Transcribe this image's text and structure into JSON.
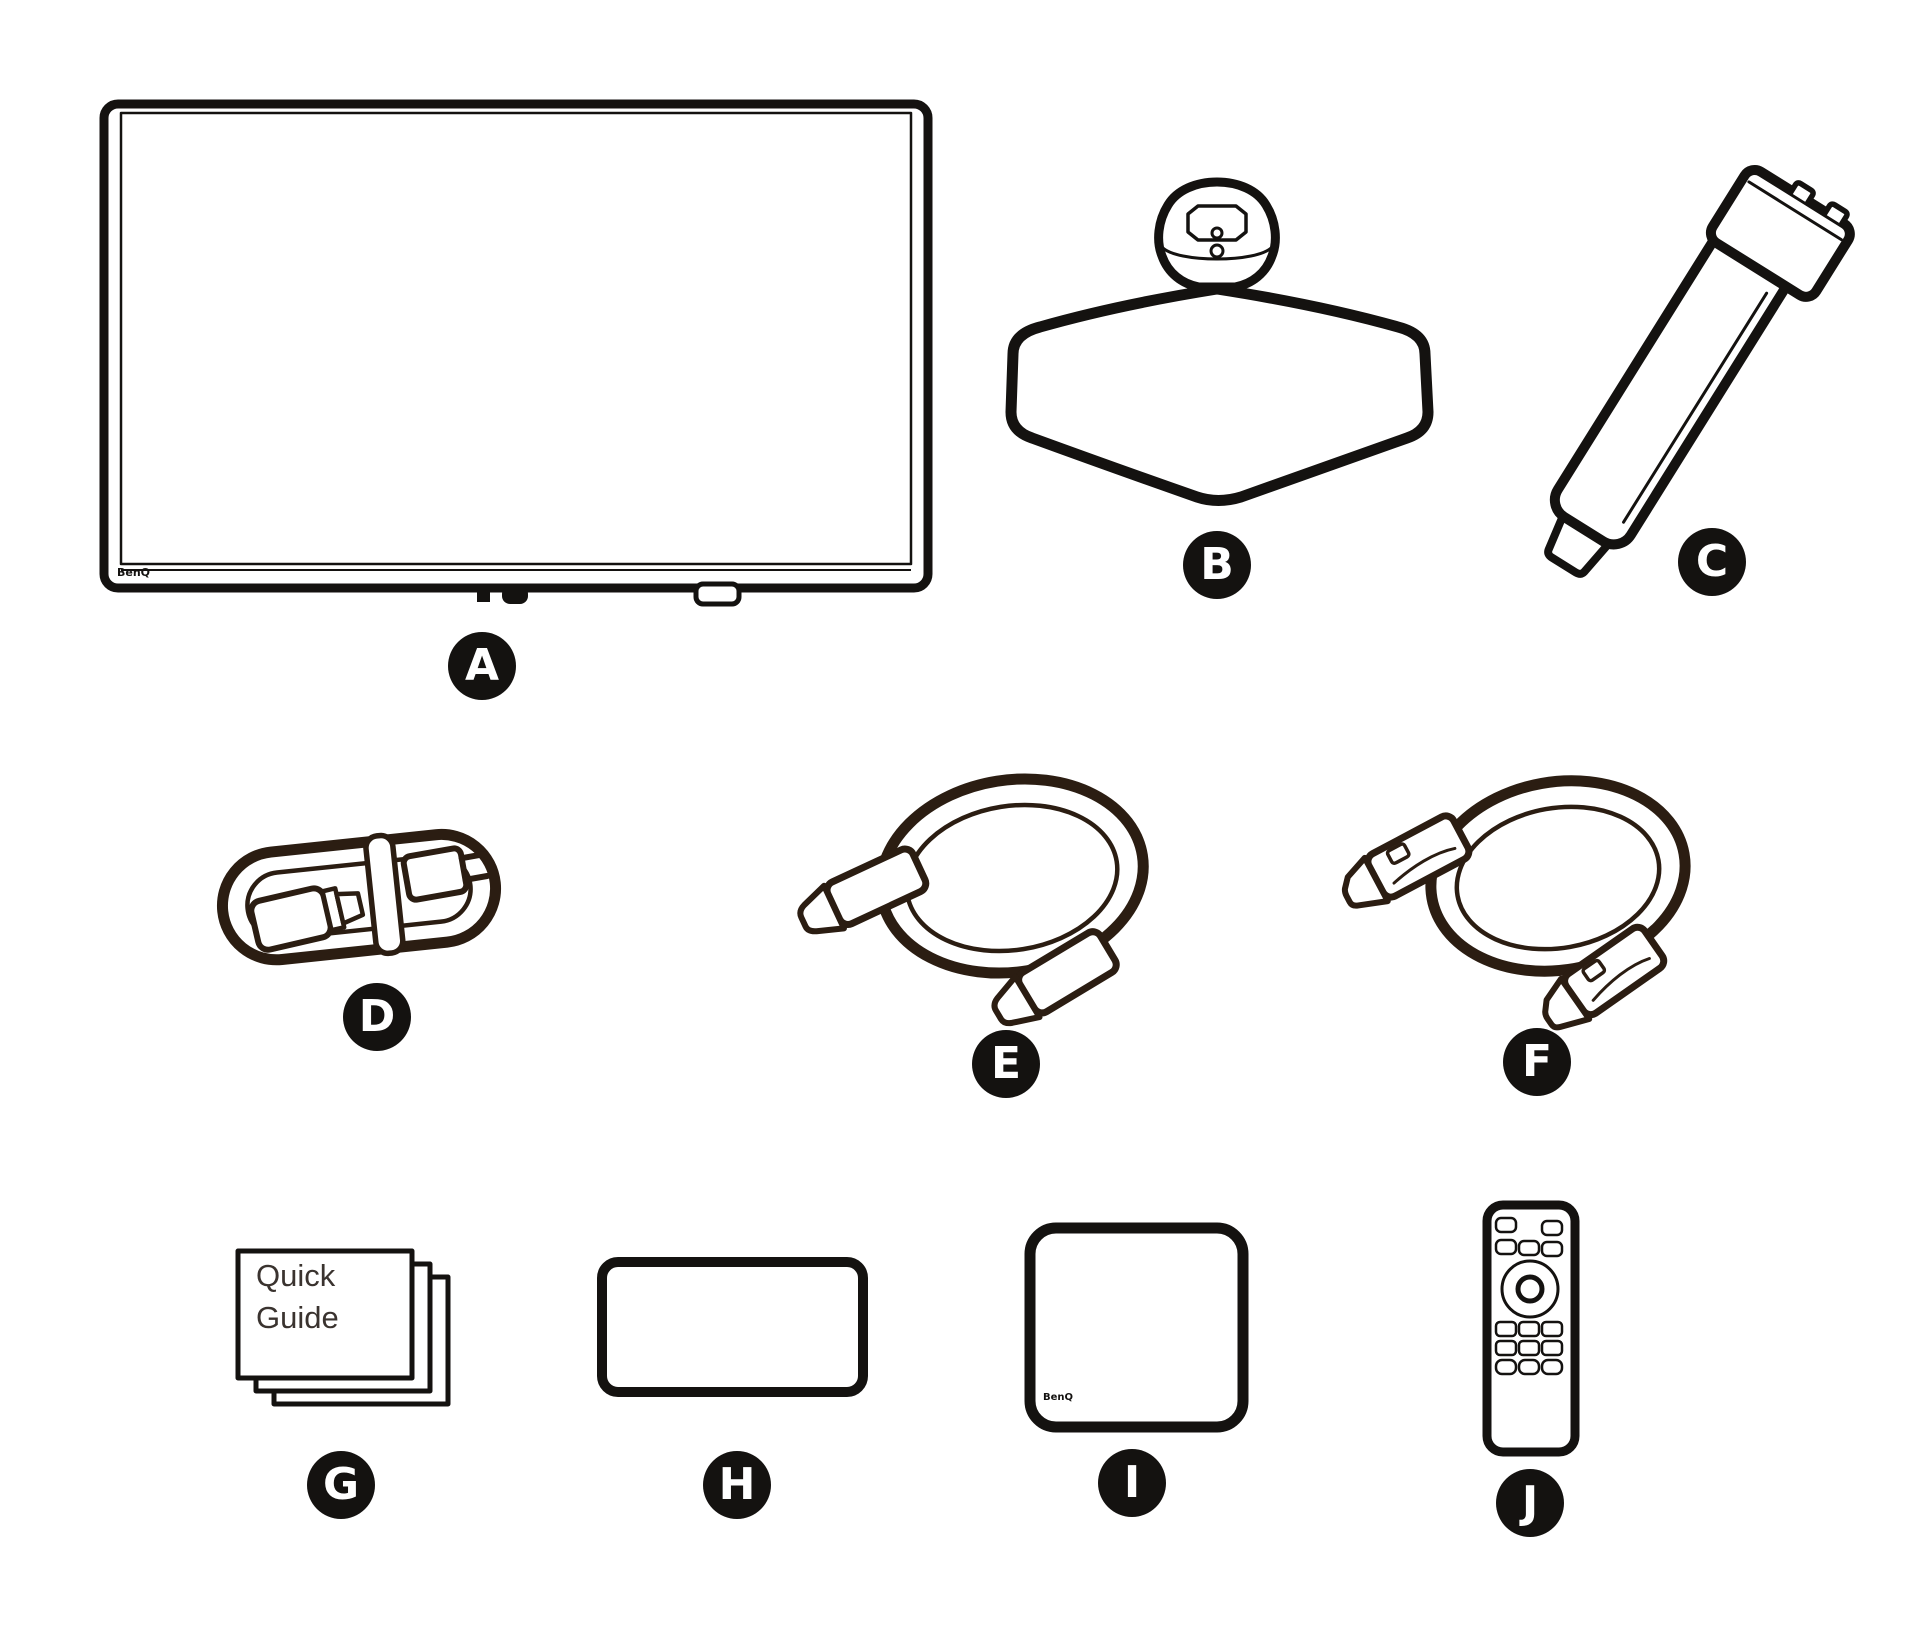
{
  "figure": {
    "kind": "monitor package contents diagram",
    "background": "#ffffff"
  },
  "colors": {
    "ink": "#141210",
    "cable_ink": "#2b1d12",
    "text": "#3a332f"
  },
  "brand": {
    "monitor_logo": "BenQ",
    "mousepad_logo": "BenQ"
  },
  "quick_guide": {
    "text": "Quick\nGuide"
  },
  "items": [
    {
      "label": "A",
      "name": "monitor"
    },
    {
      "label": "B",
      "name": "stand-base"
    },
    {
      "label": "C",
      "name": "stand-arm"
    },
    {
      "label": "D",
      "name": "power-cable"
    },
    {
      "label": "E",
      "name": "hdmi-cable"
    },
    {
      "label": "F",
      "name": "displayport-cable"
    },
    {
      "label": "G",
      "name": "quick-guide"
    },
    {
      "label": "H",
      "name": "card"
    },
    {
      "label": "I",
      "name": "mouse-pad"
    },
    {
      "label": "J",
      "name": "remote-control"
    }
  ]
}
